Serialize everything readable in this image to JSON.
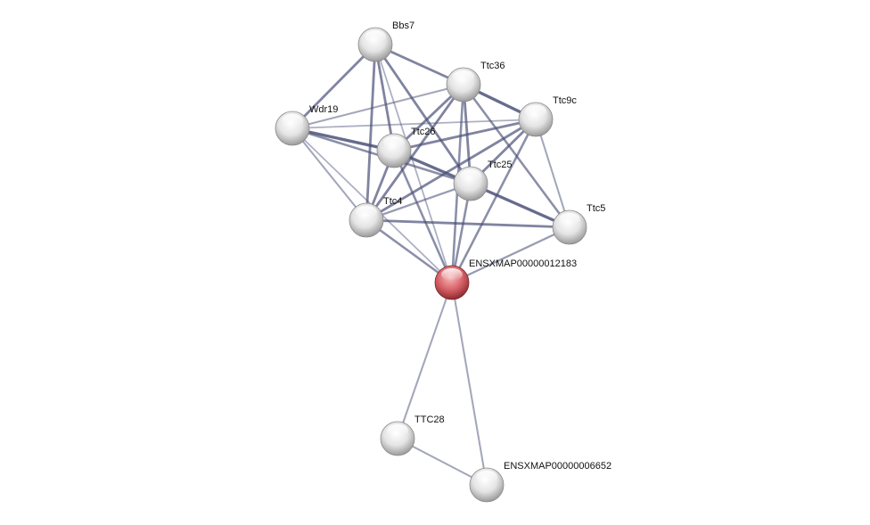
{
  "network": {
    "accent_query_color": "#d9646a",
    "node_color": "#e8e8e8",
    "edge_color": "#4a5077",
    "nodes": [
      {
        "id": "Bbs7",
        "label": "Bbs7",
        "query": false
      },
      {
        "id": "Ttc36",
        "label": "Ttc36",
        "query": false
      },
      {
        "id": "Wdr19",
        "label": "Wdr19",
        "query": false
      },
      {
        "id": "Ttc9c",
        "label": "Ttc9c",
        "query": false
      },
      {
        "id": "Ttc26",
        "label": "Ttc26",
        "query": false
      },
      {
        "id": "Ttc25",
        "label": "Ttc25",
        "query": false
      },
      {
        "id": "Ttc4",
        "label": "Ttc4",
        "query": false
      },
      {
        "id": "Ttc5",
        "label": "Ttc5",
        "query": false
      },
      {
        "id": "Q12183",
        "label": "ENSXMAP00000012183",
        "query": true
      },
      {
        "id": "TTC28",
        "label": "TTC28",
        "query": false
      },
      {
        "id": "Q6652",
        "label": "ENSXMAP00000006652",
        "query": false
      }
    ],
    "edges": [
      {
        "from": "Bbs7",
        "to": "Wdr19",
        "score": 0.7
      },
      {
        "from": "Bbs7",
        "to": "Ttc36",
        "score": 0.7
      },
      {
        "from": "Bbs7",
        "to": "Ttc26",
        "score": 0.7
      },
      {
        "from": "Bbs7",
        "to": "Ttc4",
        "score": 0.7
      },
      {
        "from": "Bbs7",
        "to": "Ttc25",
        "score": 0.7
      },
      {
        "from": "Bbs7",
        "to": "Q12183",
        "score": 0.3
      },
      {
        "from": "Ttc36",
        "to": "Wdr19",
        "score": 0.4
      },
      {
        "from": "Ttc36",
        "to": "Ttc9c",
        "score": 0.9
      },
      {
        "from": "Ttc36",
        "to": "Ttc26",
        "score": 0.7
      },
      {
        "from": "Ttc36",
        "to": "Ttc4",
        "score": 0.7
      },
      {
        "from": "Ttc36",
        "to": "Ttc25",
        "score": 0.7
      },
      {
        "from": "Ttc36",
        "to": "Ttc5",
        "score": 0.6
      },
      {
        "from": "Ttc36",
        "to": "Q12183",
        "score": 0.6
      },
      {
        "from": "Wdr19",
        "to": "Ttc9c",
        "score": 0.3
      },
      {
        "from": "Wdr19",
        "to": "Ttc26",
        "score": 0.9
      },
      {
        "from": "Wdr19",
        "to": "Ttc25",
        "score": 0.6
      },
      {
        "from": "Wdr19",
        "to": "Ttc4",
        "score": 0.4
      },
      {
        "from": "Wdr19",
        "to": "Q12183",
        "score": 0.3
      },
      {
        "from": "Ttc9c",
        "to": "Ttc26",
        "score": 0.7
      },
      {
        "from": "Ttc9c",
        "to": "Ttc4",
        "score": 0.7
      },
      {
        "from": "Ttc9c",
        "to": "Ttc25",
        "score": 0.7
      },
      {
        "from": "Ttc9c",
        "to": "Ttc5",
        "score": 0.4
      },
      {
        "from": "Ttc9c",
        "to": "Q12183",
        "score": 0.6
      },
      {
        "from": "Ttc26",
        "to": "Ttc25",
        "score": 0.9
      },
      {
        "from": "Ttc26",
        "to": "Ttc4",
        "score": 0.7
      },
      {
        "from": "Ttc26",
        "to": "Q12183",
        "score": 0.6
      },
      {
        "from": "Ttc25",
        "to": "Ttc4",
        "score": 0.5
      },
      {
        "from": "Ttc25",
        "to": "Ttc5",
        "score": 0.9
      },
      {
        "from": "Ttc25",
        "to": "Q12183",
        "score": 0.6
      },
      {
        "from": "Ttc4",
        "to": "Ttc5",
        "score": 0.7
      },
      {
        "from": "Ttc4",
        "to": "Q12183",
        "score": 0.6
      },
      {
        "from": "Ttc5",
        "to": "Q12183",
        "score": 0.5
      },
      {
        "from": "Q12183",
        "to": "TTC28",
        "score": 0.4
      },
      {
        "from": "Q12183",
        "to": "Q6652",
        "score": 0.4
      },
      {
        "from": "TTC28",
        "to": "Q6652",
        "score": 0.4
      }
    ]
  }
}
